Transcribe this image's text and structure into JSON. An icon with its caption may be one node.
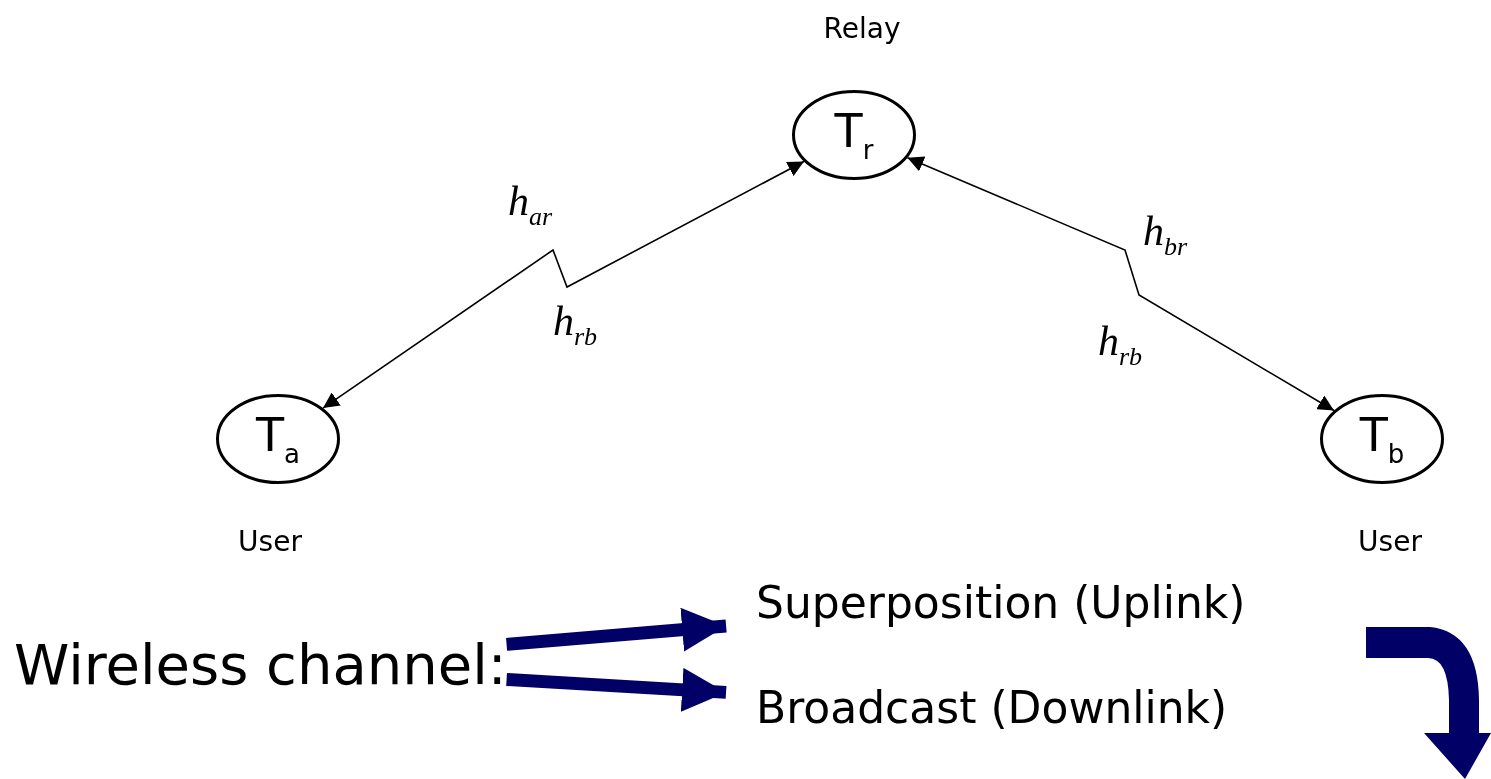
{
  "diagram": {
    "nodes": [
      {
        "text": [
          "T$_{r}$"
        ],
        "beside": [
          "Relay"
        ]
      },
      {
        "text": [
          "T$_{a}$"
        ],
        "beside": [
          "User"
        ]
      },
      {
        "text": [
          "T$_{b}$"
        ],
        "beside": [
          "User"
        ]
      },
      {
        "text": [
          "Wireless channel:"
        ]
      },
      {
        "text": [
          "Superposition (Uplink)"
        ]
      },
      {
        "text": [
          "Broadcast (Downlink)"
        ]
      }
    ],
    "edges": [
      {
        "from": 1,
        "to": 0,
        "arrow": "both"
      },
      {
        "from": 0,
        "to": 2,
        "arrow": "both"
      },
      {
        "from": 3,
        "to": 4,
        "arrow": "to",
        "style": "thick",
        "color": "#000066"
      },
      {
        "from": 3,
        "to": 5,
        "arrow": "to",
        "style": "thick",
        "color": "#000066"
      }
    ],
    "labels": [
      "h$_{ar}$",
      "h$_{rb}$",
      "h$_{br}$",
      "h$_{rb}$"
    ]
  }
}
